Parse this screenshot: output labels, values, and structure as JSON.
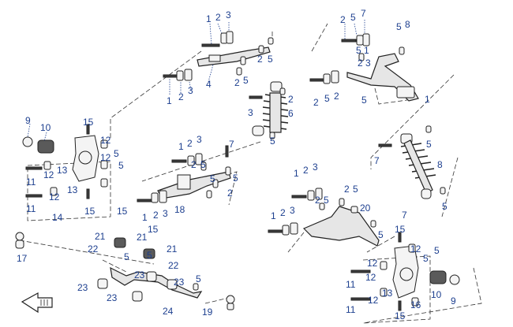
{
  "diagram": {
    "type": "exploded-parts",
    "callouts": [
      {
        "id": "c1",
        "label": "1"
      },
      {
        "id": "c2",
        "label": "2"
      },
      {
        "id": "c3",
        "label": "3"
      },
      {
        "id": "c4",
        "label": "2"
      },
      {
        "id": "c5",
        "label": "5"
      },
      {
        "id": "c6",
        "label": "2"
      },
      {
        "id": "c7",
        "label": "5"
      },
      {
        "id": "c8",
        "label": "1"
      },
      {
        "id": "c9",
        "label": "2"
      },
      {
        "id": "c10",
        "label": "3"
      },
      {
        "id": "c11",
        "label": "4"
      },
      {
        "id": "c12",
        "label": "2"
      },
      {
        "id": "c13",
        "label": "5"
      },
      {
        "id": "c14",
        "label": "7"
      },
      {
        "id": "c15",
        "label": "5"
      },
      {
        "id": "c16",
        "label": "8"
      },
      {
        "id": "c17",
        "label": "5"
      },
      {
        "id": "c18",
        "label": "1"
      },
      {
        "id": "c19",
        "label": "2"
      },
      {
        "id": "c20",
        "label": "3"
      },
      {
        "id": "c21",
        "label": "2"
      },
      {
        "id": "c22",
        "label": "5"
      },
      {
        "id": "c23",
        "label": "2"
      },
      {
        "id": "c24",
        "label": "5"
      },
      {
        "id": "c25",
        "label": "1"
      },
      {
        "id": "c26",
        "label": "2"
      },
      {
        "id": "c27",
        "label": "3"
      },
      {
        "id": "c28",
        "label": "6"
      },
      {
        "id": "c29",
        "label": "5"
      },
      {
        "id": "c30",
        "label": "9"
      },
      {
        "id": "c31",
        "label": "10"
      },
      {
        "id": "c32",
        "label": "15"
      },
      {
        "id": "c33",
        "label": "12"
      },
      {
        "id": "c34",
        "label": "12"
      },
      {
        "id": "c35",
        "label": "5"
      },
      {
        "id": "c36",
        "label": "5"
      },
      {
        "id": "c37",
        "label": "11"
      },
      {
        "id": "c38",
        "label": "12"
      },
      {
        "id": "c39",
        "label": "13"
      },
      {
        "id": "c40",
        "label": "13"
      },
      {
        "id": "c41",
        "label": "12"
      },
      {
        "id": "c42",
        "label": "11"
      },
      {
        "id": "c43",
        "label": "14"
      },
      {
        "id": "c44",
        "label": "15"
      },
      {
        "id": "c45",
        "label": "1"
      },
      {
        "id": "c46",
        "label": "2"
      },
      {
        "id": "c47",
        "label": "3"
      },
      {
        "id": "c48",
        "label": "7"
      },
      {
        "id": "c49",
        "label": "2"
      },
      {
        "id": "c50",
        "label": "5"
      },
      {
        "id": "c51",
        "label": "5"
      },
      {
        "id": "c52",
        "label": "2"
      },
      {
        "id": "c53",
        "label": "1"
      },
      {
        "id": "c54",
        "label": "2"
      },
      {
        "id": "c55",
        "label": "3"
      },
      {
        "id": "c56",
        "label": "18"
      },
      {
        "id": "c57",
        "label": "5"
      },
      {
        "id": "c58",
        "label": "7"
      },
      {
        "id": "c59",
        "label": "5"
      },
      {
        "id": "c60",
        "label": "8"
      },
      {
        "id": "c61",
        "label": "1"
      },
      {
        "id": "c62",
        "label": "2"
      },
      {
        "id": "c63",
        "label": "3"
      },
      {
        "id": "c64",
        "label": "2"
      },
      {
        "id": "c65",
        "label": "5"
      },
      {
        "id": "c66",
        "label": "2"
      },
      {
        "id": "c67",
        "label": "5"
      },
      {
        "id": "c68",
        "label": "1"
      },
      {
        "id": "c69",
        "label": "2"
      },
      {
        "id": "c70",
        "label": "3"
      },
      {
        "id": "c71",
        "label": "20"
      },
      {
        "id": "c72",
        "label": "7"
      },
      {
        "id": "c73",
        "label": "5"
      },
      {
        "id": "c74",
        "label": "5"
      },
      {
        "id": "c75",
        "label": "15"
      },
      {
        "id": "c76",
        "label": "12"
      },
      {
        "id": "c77",
        "label": "5"
      },
      {
        "id": "c78",
        "label": "5"
      },
      {
        "id": "c79",
        "label": "12"
      },
      {
        "id": "c80",
        "label": "11"
      },
      {
        "id": "c81",
        "label": "12"
      },
      {
        "id": "c82",
        "label": "10"
      },
      {
        "id": "c83",
        "label": "9"
      },
      {
        "id": "c84",
        "label": "12"
      },
      {
        "id": "c85",
        "label": "13"
      },
      {
        "id": "c86",
        "label": "11"
      },
      {
        "id": "c87",
        "label": "16"
      },
      {
        "id": "c88",
        "label": "15"
      },
      {
        "id": "c89",
        "label": "17"
      },
      {
        "id": "c90",
        "label": "15"
      },
      {
        "id": "c91",
        "label": "21"
      },
      {
        "id": "c92",
        "label": "21"
      },
      {
        "id": "c93",
        "label": "15"
      },
      {
        "id": "c94",
        "label": "5"
      },
      {
        "id": "c95",
        "label": "22"
      },
      {
        "id": "c96",
        "label": "21"
      },
      {
        "id": "c97",
        "label": "5"
      },
      {
        "id": "c98",
        "label": "22"
      },
      {
        "id": "c99",
        "label": "23"
      },
      {
        "id": "c100",
        "label": "23"
      },
      {
        "id": "c101",
        "label": "5"
      },
      {
        "id": "c102",
        "label": "23"
      },
      {
        "id": "c103",
        "label": "23"
      },
      {
        "id": "c104",
        "label": "24"
      },
      {
        "id": "c105",
        "label": "19"
      }
    ]
  }
}
